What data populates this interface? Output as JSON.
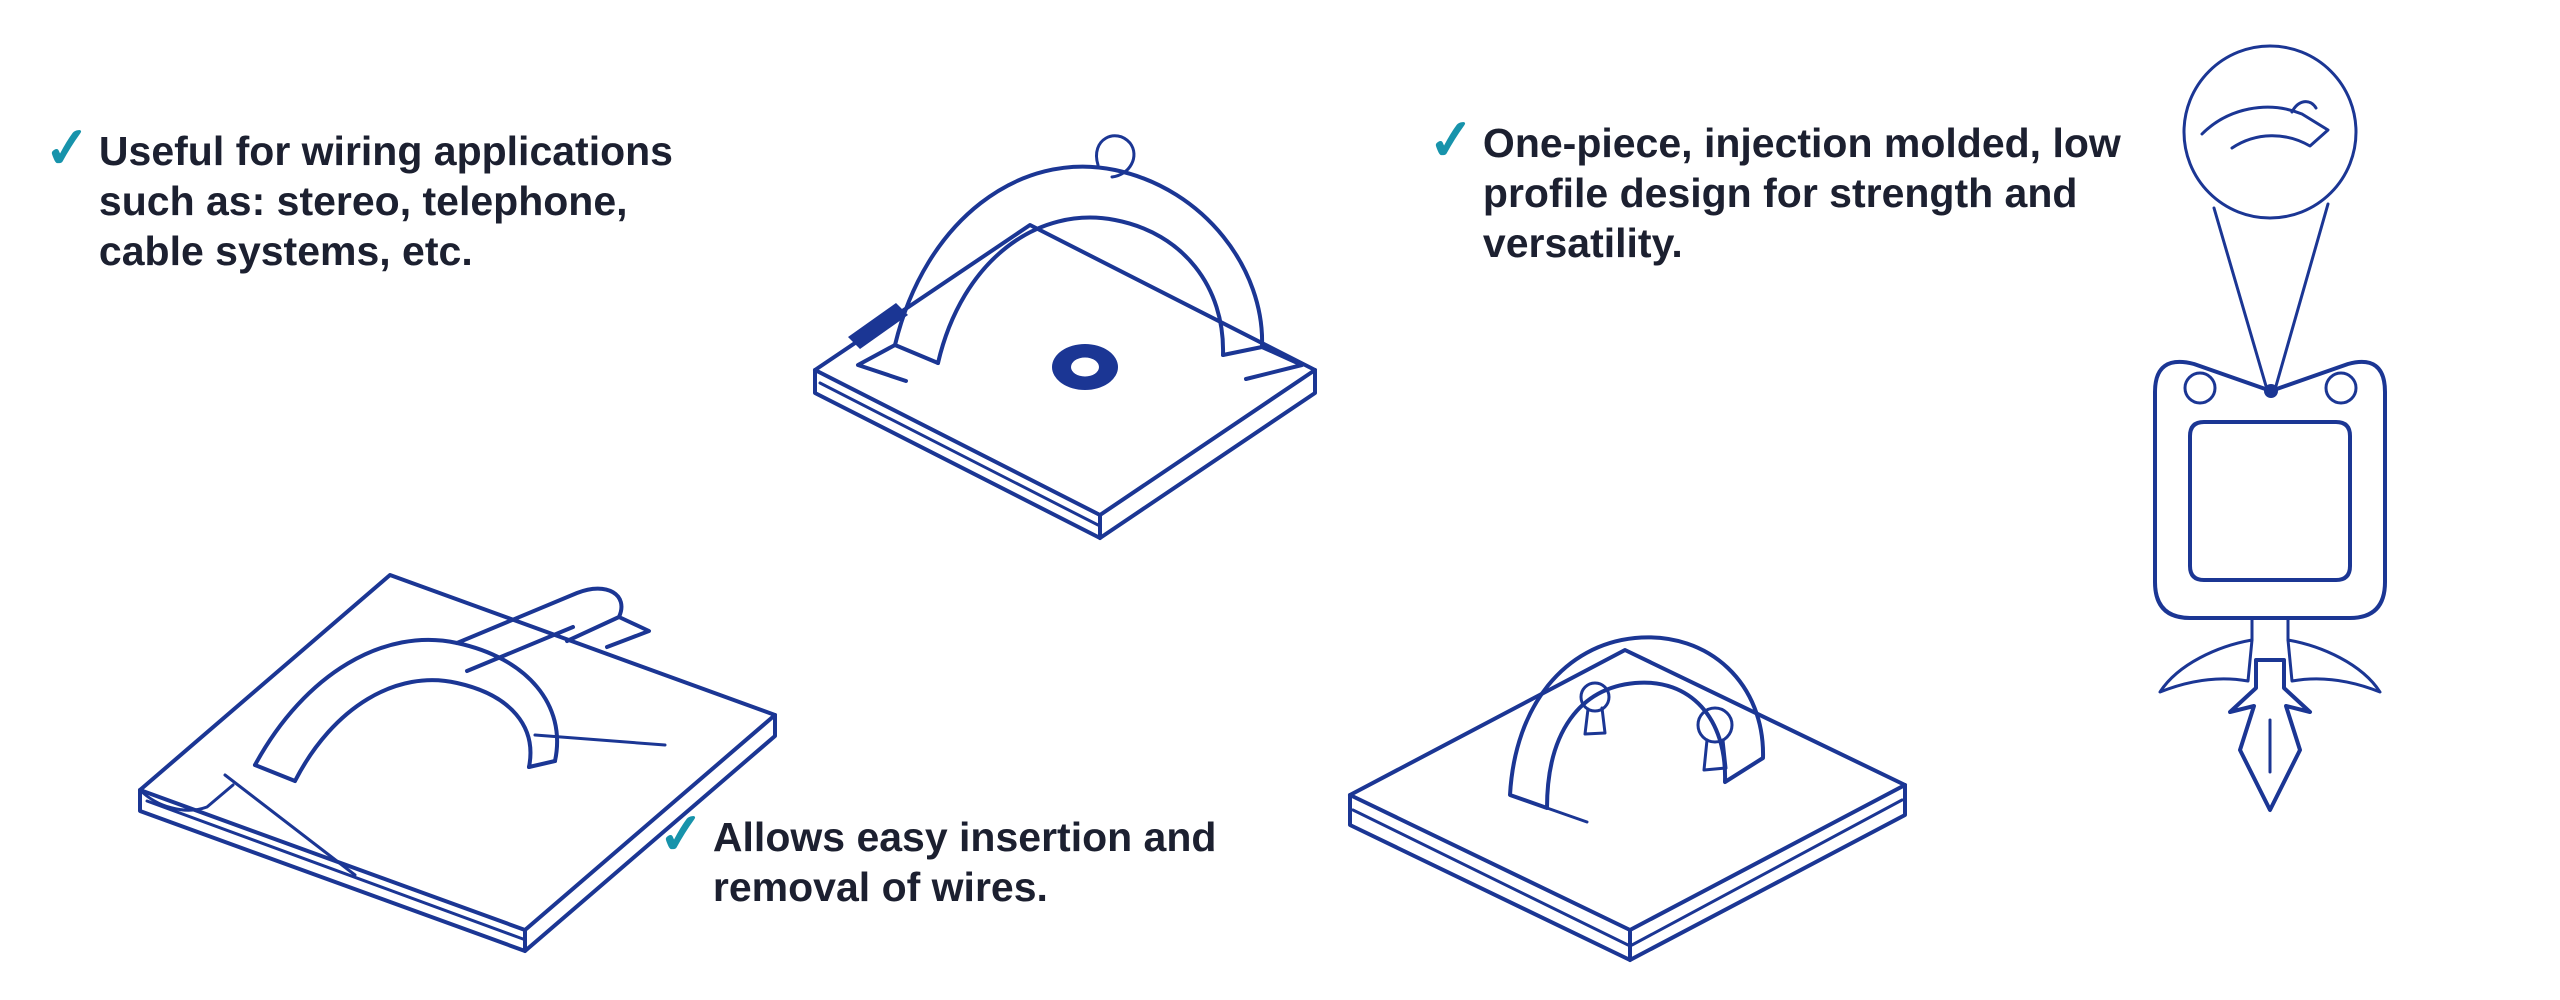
{
  "page": {
    "background": "#ffffff"
  },
  "colors": {
    "line_blue": "#1b3694",
    "text_dark": "#1c2030",
    "check_teal": "#1793ab"
  },
  "icons": {
    "check": "✓"
  },
  "features": [
    {
      "id": "wiring-applications",
      "lines": [
        "Useful for wiring applications",
        "such as: stereo, telephone,",
        "cable systems, etc."
      ]
    },
    {
      "id": "one-piece-design",
      "lines": [
        "One-piece, injection molded, low",
        "profile design for strength and",
        "versatility."
      ]
    },
    {
      "id": "easy-insertion",
      "lines": [
        "Allows easy insertion and",
        "removal of wires."
      ]
    }
  ],
  "illustrations": [
    {
      "id": "saddle-clip-top",
      "label": "adhesive wire saddle clip, isometric view with round mounting hole"
    },
    {
      "id": "flat-clip-left",
      "label": "low profile adhesive wire clip, isometric view"
    },
    {
      "id": "arch-clip-right",
      "label": "arched wire clip on adhesive pad, isometric view"
    },
    {
      "id": "push-mount-clip",
      "label": "push-mount wire clip front view with magnified latch detail"
    }
  ]
}
